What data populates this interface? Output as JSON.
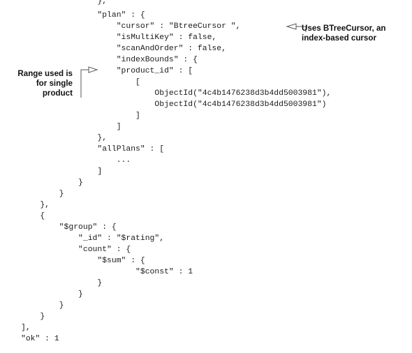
{
  "code_lines": [
    "                },",
    "                \"plan\" : {",
    "                    \"cursor\" : \"BtreeCursor \",",
    "                    \"isMultiKey\" : false,",
    "                    \"scanAndOrder\" : false,",
    "                    \"indexBounds\" : {",
    "                    \"product_id\" : [",
    "                        [",
    "                            ObjectId(\"4c4b1476238d3b4dd5003981\"),",
    "                            ObjectId(\"4c4b1476238d3b4dd5003981\")",
    "                        ]",
    "                    ]",
    "                },",
    "                \"allPlans\" : [",
    "                    ...",
    "                ]",
    "            }",
    "        }",
    "    },",
    "    {",
    "        \"$group\" : {",
    "            \"_id\" : \"$rating\",",
    "            \"count\" : {",
    "                \"$sum\" : {",
    "                        \"$const\" : 1",
    "                }",
    "            }",
    "        }",
    "    }",
    "],",
    "\"ok\" : 1",
    "}"
  ],
  "annotations": {
    "cursor_note": [
      "Uses BTreeCursor, an",
      "index-based cursor"
    ],
    "range_note": [
      "Range used is",
      "for single",
      "product"
    ]
  }
}
